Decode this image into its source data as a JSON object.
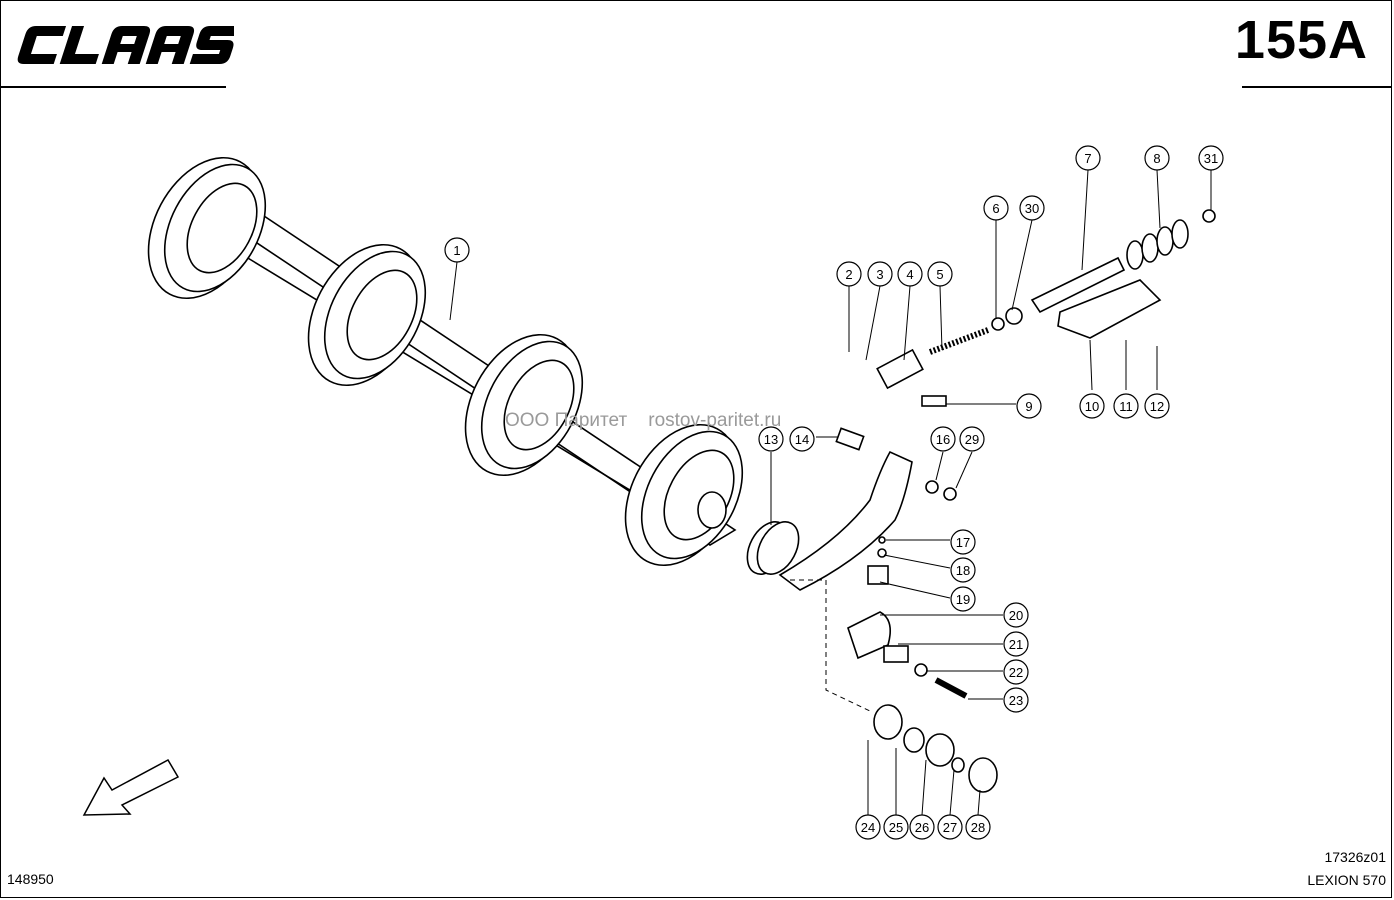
{
  "header": {
    "brand": "CLAAS",
    "page_number": "155A"
  },
  "watermark": "ООО Паритет    rostov-paritet.ru",
  "footer": {
    "left_id": "148950",
    "drawing_code": "17326z01",
    "model": "LEXION 570"
  },
  "callouts": [
    "1",
    "2",
    "3",
    "4",
    "5",
    "6",
    "30",
    "7",
    "8",
    "31",
    "9",
    "10",
    "11",
    "12",
    "13",
    "14",
    "16",
    "29",
    "17",
    "18",
    "19",
    "20",
    "21",
    "22",
    "23",
    "24",
    "25",
    "26",
    "27",
    "28"
  ],
  "icons": [
    "direction-arrow-icon"
  ]
}
